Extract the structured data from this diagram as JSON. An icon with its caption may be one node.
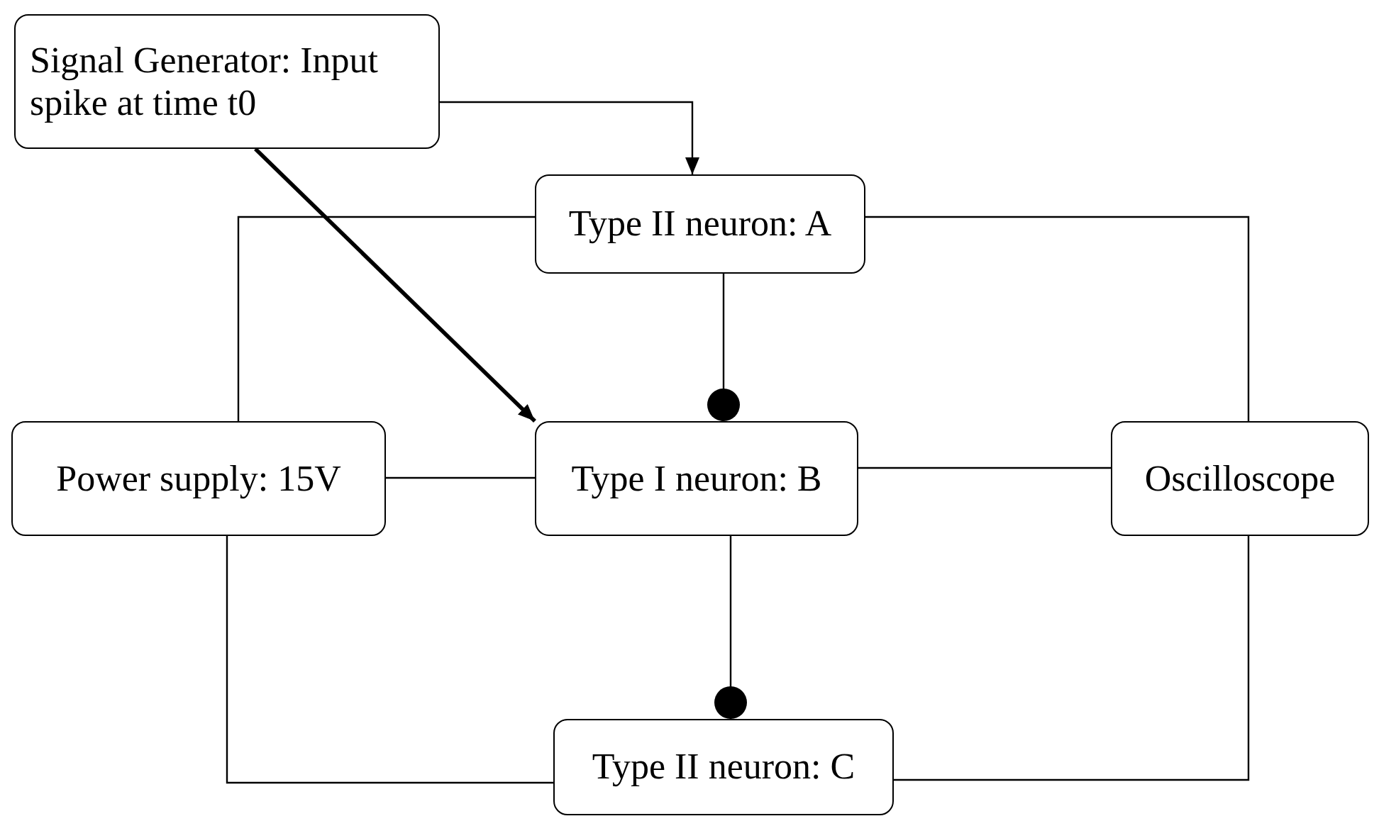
{
  "diagram": {
    "nodes": [
      {
        "text": [
          "Signal Generator: Input spike at time t0"
        ]
      },
      {
        "text": [
          "Type II neuron: A"
        ]
      },
      {
        "text": [
          "Power supply: 15V"
        ]
      },
      {
        "text": [
          "Type I neuron: B"
        ]
      },
      {
        "text": [
          "Oscilloscope"
        ]
      },
      {
        "text": [
          "Type II neuron: C"
        ]
      }
    ],
    "edges": [
      {
        "from": 0,
        "to": 1,
        "arrow": "to"
      },
      {
        "from": 0,
        "to": 3,
        "arrow": "to",
        "style": "thick"
      },
      {
        "from": 1,
        "to": 3,
        "arrow": "other"
      },
      {
        "from": 3,
        "to": 5,
        "arrow": "other"
      },
      {
        "from": 2,
        "to": 1,
        "arrow": "none"
      },
      {
        "from": 2,
        "to": 3,
        "arrow": "none"
      },
      {
        "from": 2,
        "to": 5,
        "arrow": "none"
      },
      {
        "from": 1,
        "to": 4,
        "arrow": "none"
      },
      {
        "from": 3,
        "to": 4,
        "arrow": "none"
      },
      {
        "from": 5,
        "to": 4,
        "arrow": "none"
      }
    ]
  }
}
